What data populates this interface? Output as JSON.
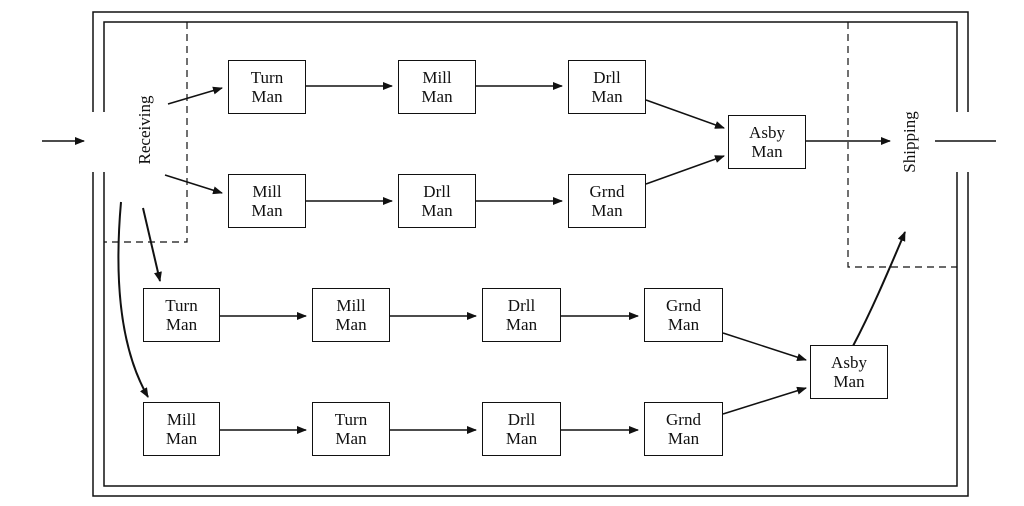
{
  "areas": {
    "receiving": "Receiving",
    "shipping": "Shipping"
  },
  "cells": [
    {
      "id": "c1",
      "machines": [
        {
          "line1": "Turn",
          "line2": "Man"
        },
        {
          "line1": "Mill",
          "line2": "Man"
        },
        {
          "line1": "Drll",
          "line2": "Man"
        }
      ]
    },
    {
      "id": "c2",
      "machines": [
        {
          "line1": "Mill",
          "line2": "Man"
        },
        {
          "line1": "Drll",
          "line2": "Man"
        },
        {
          "line1": "Grnd",
          "line2": "Man"
        }
      ]
    },
    {
      "id": "c3",
      "machines": [
        {
          "line1": "Turn",
          "line2": "Man"
        },
        {
          "line1": "Mill",
          "line2": "Man"
        },
        {
          "line1": "Drll",
          "line2": "Man"
        },
        {
          "line1": "Grnd",
          "line2": "Man"
        }
      ]
    },
    {
      "id": "c4",
      "machines": [
        {
          "line1": "Mill",
          "line2": "Man"
        },
        {
          "line1": "Turn",
          "line2": "Man"
        },
        {
          "line1": "Drll",
          "line2": "Man"
        },
        {
          "line1": "Grnd",
          "line2": "Man"
        }
      ]
    }
  ],
  "assembly": {
    "upper": {
      "line1": "Asby",
      "line2": "Man"
    },
    "lower": {
      "line1": "Asby",
      "line2": "Man"
    }
  }
}
